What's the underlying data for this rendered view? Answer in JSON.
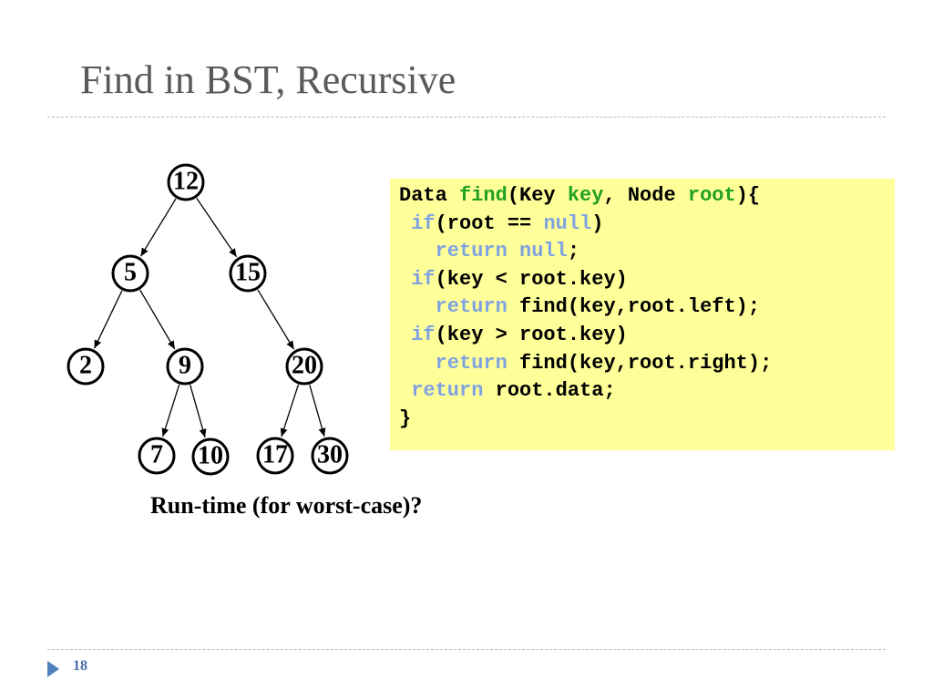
{
  "slide": {
    "title": "Find in BST, Recursive",
    "question": "Run-time (for worst-case)?",
    "page_number": "18"
  },
  "tree": {
    "nodes": [
      {
        "id": "n12",
        "label": "12"
      },
      {
        "id": "n5",
        "label": "5"
      },
      {
        "id": "n15",
        "label": "15"
      },
      {
        "id": "n2",
        "label": "2"
      },
      {
        "id": "n9",
        "label": "9"
      },
      {
        "id": "n20",
        "label": "20"
      },
      {
        "id": "n7",
        "label": "7"
      },
      {
        "id": "n10",
        "label": "10"
      },
      {
        "id": "n17",
        "label": "17"
      },
      {
        "id": "n30",
        "label": "30"
      }
    ],
    "edges": [
      {
        "from": "12",
        "to": "5"
      },
      {
        "from": "12",
        "to": "15"
      },
      {
        "from": "5",
        "to": "2"
      },
      {
        "from": "5",
        "to": "9"
      },
      {
        "from": "15",
        "to": "20"
      },
      {
        "from": "9",
        "to": "7"
      },
      {
        "from": "9",
        "to": "10"
      },
      {
        "from": "20",
        "to": "17"
      },
      {
        "from": "20",
        "to": "30"
      }
    ]
  },
  "code": {
    "lines": [
      [
        {
          "t": "Data ",
          "c": "plain"
        },
        {
          "t": "find",
          "c": "green"
        },
        {
          "t": "(Key ",
          "c": "plain"
        },
        {
          "t": "key",
          "c": "green"
        },
        {
          "t": ", Node ",
          "c": "plain"
        },
        {
          "t": "root",
          "c": "green"
        },
        {
          "t": "){",
          "c": "plain"
        }
      ],
      [
        {
          "t": " ",
          "c": "plain"
        },
        {
          "t": "if",
          "c": "blue"
        },
        {
          "t": "(root == ",
          "c": "plain"
        },
        {
          "t": "null",
          "c": "blue"
        },
        {
          "t": ")",
          "c": "plain"
        }
      ],
      [
        {
          "t": "   ",
          "c": "plain"
        },
        {
          "t": "return null",
          "c": "blue"
        },
        {
          "t": ";",
          "c": "plain"
        }
      ],
      [
        {
          "t": " ",
          "c": "plain"
        },
        {
          "t": "if",
          "c": "blue"
        },
        {
          "t": "(key < root.key)",
          "c": "plain"
        }
      ],
      [
        {
          "t": "   ",
          "c": "plain"
        },
        {
          "t": "return",
          "c": "blue"
        },
        {
          "t": " find(key,root.left);",
          "c": "plain"
        }
      ],
      [
        {
          "t": " ",
          "c": "plain"
        },
        {
          "t": "if",
          "c": "blue"
        },
        {
          "t": "(key > root.key)",
          "c": "plain"
        }
      ],
      [
        {
          "t": "   ",
          "c": "plain"
        },
        {
          "t": "return",
          "c": "blue"
        },
        {
          "t": " find(key,root.right);",
          "c": "plain"
        }
      ],
      [
        {
          "t": " ",
          "c": "plain"
        },
        {
          "t": "return",
          "c": "blue"
        },
        {
          "t": " root.data;",
          "c": "plain"
        }
      ],
      [
        {
          "t": "}",
          "c": "plain"
        }
      ]
    ]
  },
  "colors": {
    "title": "#5a5a5a",
    "code_background": "#ffff99",
    "keyword_green": "#22a022",
    "keyword_blue": "#7fa3e0",
    "accent": "#4e81bd"
  }
}
